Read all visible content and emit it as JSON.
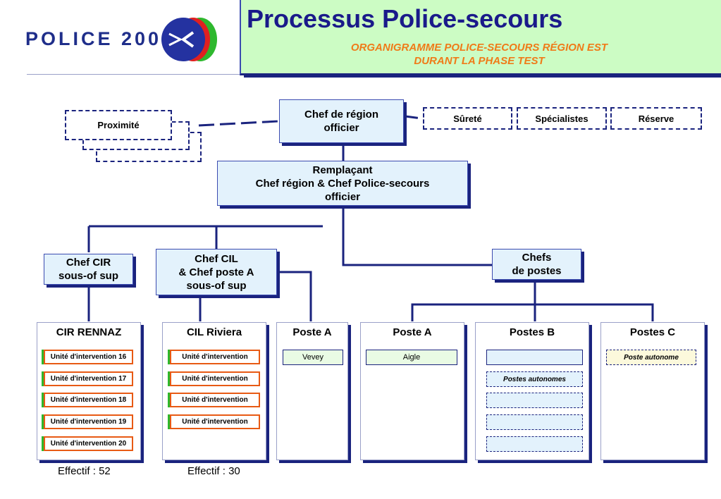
{
  "header": {
    "logo_text": "POLICE 2000",
    "title": "Processus Police-secours",
    "subtitle_line1": "ORGANIGRAMME POLICE-SECOURS RÉGION EST",
    "subtitle_line2": "DURANT LA PHASE TEST"
  },
  "top": {
    "chef_region_l1": "Chef de région",
    "chef_region_l2": "officier",
    "proximite": "Proximité",
    "surete": "Sûreté",
    "specialistes": "Spécialistes",
    "reserve": "Réserve"
  },
  "remplacant": {
    "l1": "Remplaçant",
    "l2": "Chef région & Chef Police-secours",
    "l3": "officier"
  },
  "mid": {
    "chef_cir_l1": "Chef CIR",
    "chef_cir_l2": "sous-of sup",
    "chef_cil_l1": "Chef CIL",
    "chef_cil_l2": "& Chef poste A",
    "chef_cil_l3": "sous-of sup",
    "chefs_postes_l1": "Chefs",
    "chefs_postes_l2": "de postes"
  },
  "panels": {
    "cir": {
      "title": "CIR RENNAZ",
      "units": [
        "Unité d'intervention 16",
        "Unité d'intervention 17",
        "Unité d'intervention 18",
        "Unité d'intervention 19",
        "Unité d'intervention 20"
      ],
      "effectif": "Effectif : 52"
    },
    "cil": {
      "title": "CIL Riviera",
      "units": [
        "Unité d'intervention",
        "Unité d'intervention",
        "Unité d'intervention",
        "Unité d'intervention"
      ],
      "effectif": "Effectif : 30"
    },
    "poste_a1": {
      "title": "Poste A",
      "station": "Vevey"
    },
    "poste_a2": {
      "title": "Poste A",
      "station": "Aigle"
    },
    "postes_b": {
      "title": "Postes B",
      "autonomes": "Postes autonomes"
    },
    "postes_c": {
      "title": "Postes C",
      "autonome": "Poste autonome"
    }
  },
  "colors": {
    "navy": "#1a237e",
    "title_bg": "#ccfcc4",
    "box_bg": "#e3f2fc",
    "orange": "#f07a18",
    "green": "#2eb82e",
    "red": "#e85a14"
  }
}
